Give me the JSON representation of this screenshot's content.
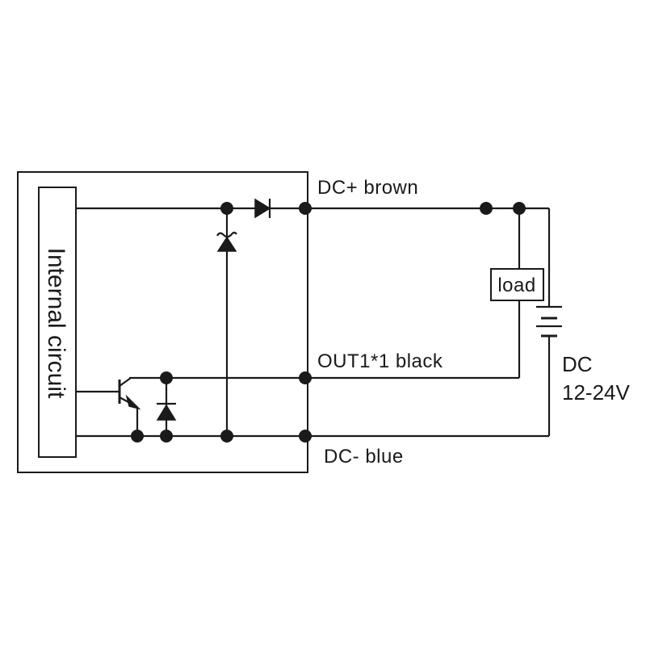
{
  "internal_block": {
    "label": "Internal circuit"
  },
  "terminals": {
    "dc_plus": "DC+ brown",
    "out": "OUT1*1 black",
    "dc_minus": "DC- blue"
  },
  "load": {
    "label": "load"
  },
  "supply": {
    "line1": "DC",
    "line2": "12-24V"
  }
}
